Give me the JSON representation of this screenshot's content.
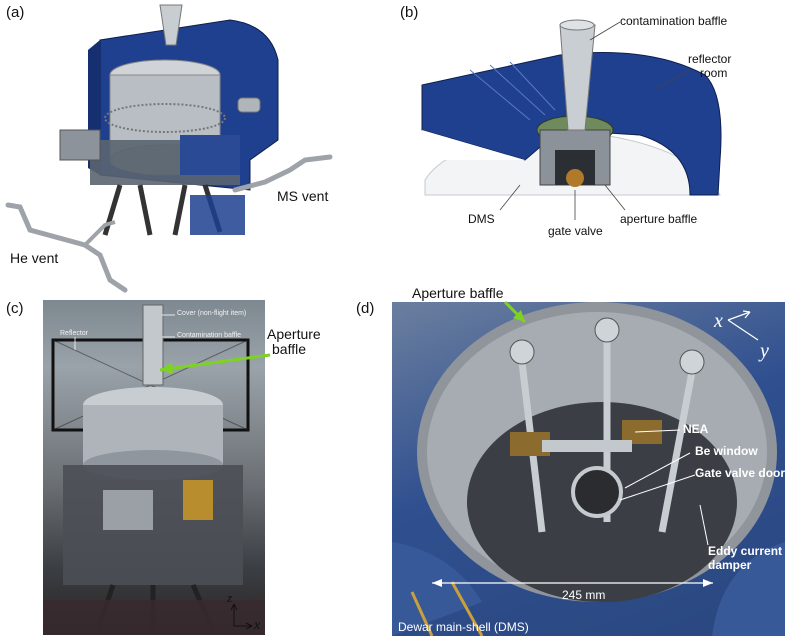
{
  "panels": {
    "a": {
      "label": "(a)",
      "callouts": {
        "ms_vent": "MS vent",
        "he_vent": "He vent"
      }
    },
    "b": {
      "label": "(b)",
      "callouts": {
        "contamination_baffle": "contamination baffle",
        "reflector": "reflector",
        "room": "room",
        "dms": "DMS",
        "gate_valve": "gate valve",
        "aperture_baffle": "aperture baffle"
      }
    },
    "c": {
      "label": "(c)",
      "callouts": {
        "cover": "Cover (non-flight item)",
        "contamination_baffle": "Contamination baffle",
        "reflector": "Reflector",
        "aperture": "Aperture",
        "baffle": "baffle"
      },
      "axes": {
        "z": "z",
        "x": "x"
      }
    },
    "d": {
      "label": "(d)",
      "callouts": {
        "aperture_baffle": "Aperture baffle",
        "nea": "NEA",
        "be_window": "Be window",
        "gate_valve_door": "Gate valve door",
        "eddy_current": "Eddy current",
        "damper": "damper",
        "dimension": "245 mm",
        "dms_caption": "Dewar main-shell (DMS)"
      },
      "axes": {
        "x": "x",
        "y": "y"
      }
    }
  },
  "colors": {
    "reflector_blue": "#1f3f8f",
    "steel": "#b9bec4",
    "arrow_green": "#7ed321",
    "photo_dark": "#3a3a3a"
  }
}
